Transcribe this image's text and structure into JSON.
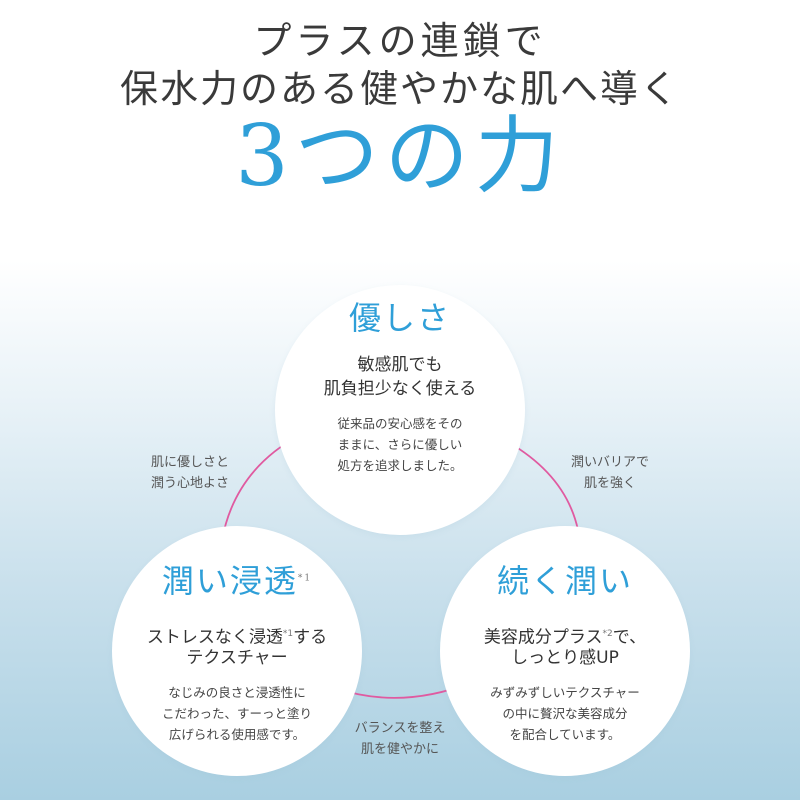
{
  "header": {
    "line1": "プラスの連鎖で",
    "line2": "保水力のある健やかな肌へ導く",
    "big_title": "3つの力"
  },
  "circles": {
    "top": {
      "title": "優しさ",
      "sub_line1": "敏感肌でも",
      "sub_line2": "肌負担少なく使える",
      "body_line1": "従来品の安心感をその",
      "body_line2": "ままに、さらに優しい",
      "body_line3": "処方を追求しました。"
    },
    "left": {
      "title": "潤い浸透",
      "title_sup": "*1",
      "sub_line1_a": "ストレスなく浸透",
      "sub_line1_sup": "*1",
      "sub_line1_b": "する",
      "sub_line2": "テクスチャー",
      "body_line1": "なじみの良さと浸透性に",
      "body_line2": "こだわった、すーっと塗り",
      "body_line3": "広げられる使用感です。"
    },
    "right": {
      "title": "続く潤い",
      "sub_line1_a": "美容成分プラス",
      "sub_line1_sup": "*2",
      "sub_line1_b": "で、",
      "sub_line2": "しっとり感UP",
      "body_line1": "みずみずしいテクスチャー",
      "body_line2": "の中に贅沢な美容成分",
      "body_line3": "を配合しています。"
    }
  },
  "connectors": {
    "left_line1": "肌に優しさと",
    "left_line2": "潤う心地よさ",
    "right_line1": "潤いバリアで",
    "right_line2": "肌を強く",
    "bottom_line1": "バランスを整え",
    "bottom_line2": "肌を健やかに"
  },
  "colors": {
    "accent_blue": "#2f9fd8",
    "arrow_pink": "#e05aa0",
    "bg_blue": "#a9cfe1"
  }
}
